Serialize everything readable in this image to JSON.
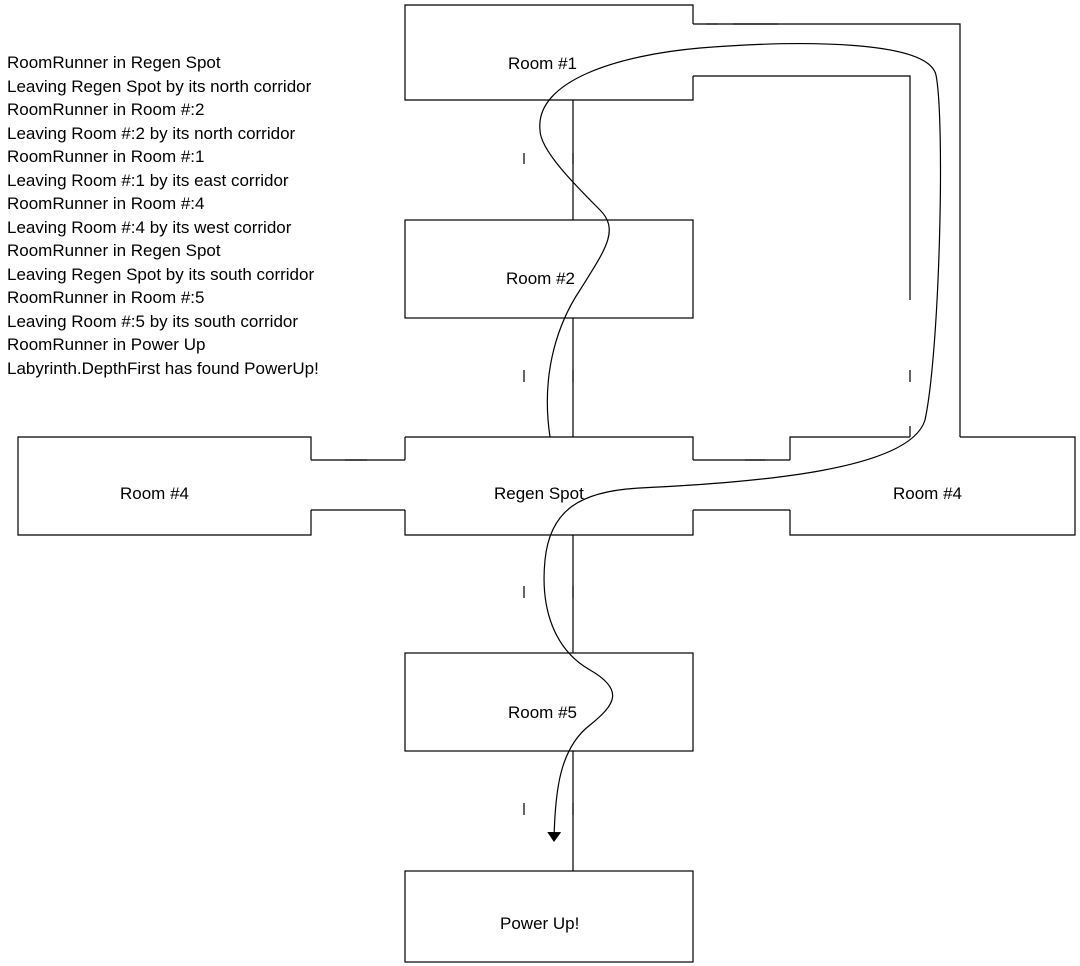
{
  "log": [
    "RoomRunner in Regen Spot",
    "Leaving Regen Spot by its north corridor",
    "RoomRunner in Room #:2",
    "Leaving Room #:2 by its north corridor",
    "RoomRunner in Room #:1",
    "Leaving Room #:1 by its east corridor",
    "RoomRunner in Room #:4",
    "Leaving Room #:4 by its west corridor",
    "RoomRunner in Regen Spot",
    "Leaving Regen Spot by its south corridor",
    "RoomRunner in Room #:5",
    "Leaving Room #:5 by its south corridor",
    "RoomRunner in Power Up",
    "Labyrinth.DepthFirst has found PowerUp!"
  ],
  "rooms": {
    "room1": "Room #1",
    "room2": "Room #2",
    "room4_west": "Room #4",
    "regen": "Regen Spot",
    "room4_east": "Room #4",
    "room5": "Room #5",
    "powerup": "Power Up!"
  }
}
